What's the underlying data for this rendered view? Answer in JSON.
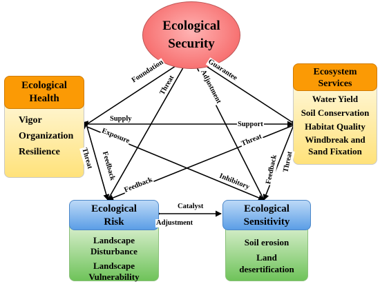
{
  "security": {
    "line1": "Ecological",
    "line2": "Security"
  },
  "health": {
    "title1": "Ecological",
    "title2": "Health",
    "items": [
      "Vigor",
      "Organization",
      "Resilience"
    ]
  },
  "services": {
    "title1": "Ecosystem",
    "title2": "Services",
    "items": [
      "Water Yield",
      "Soil Conservation",
      "Habitat Quality",
      "Windbreak and",
      "Sand Fixation"
    ]
  },
  "risk": {
    "title1": "Ecological",
    "title2": "Risk",
    "items": [
      "Landscape",
      "Disturbance",
      "Landscape",
      "Vulnerability"
    ]
  },
  "sensitivity": {
    "title1": "Ecological",
    "title2": "Sensitivity",
    "items": [
      "Soil erosion",
      "Land",
      "desertification"
    ]
  },
  "labels": {
    "foundation": "Foundation",
    "guarantee": "Guarantee",
    "threat_risk_security": "Threat",
    "adjustment_sens_security": "Adjustment",
    "supply": "Supply",
    "support": "Support",
    "exposure": "Exposure",
    "threat_risk_services": "Threat",
    "threat_health_risk": "Threat",
    "feedback_health_risk": "Feedback",
    "feedback_risk_services": "Feedback",
    "inhibitory": "Inhibitory",
    "feedback_sens_services": "Feedback",
    "threat_services_sens": "Threat",
    "catalyst": "Catalyst",
    "adjustment_risk_sens": "Adjustment"
  }
}
